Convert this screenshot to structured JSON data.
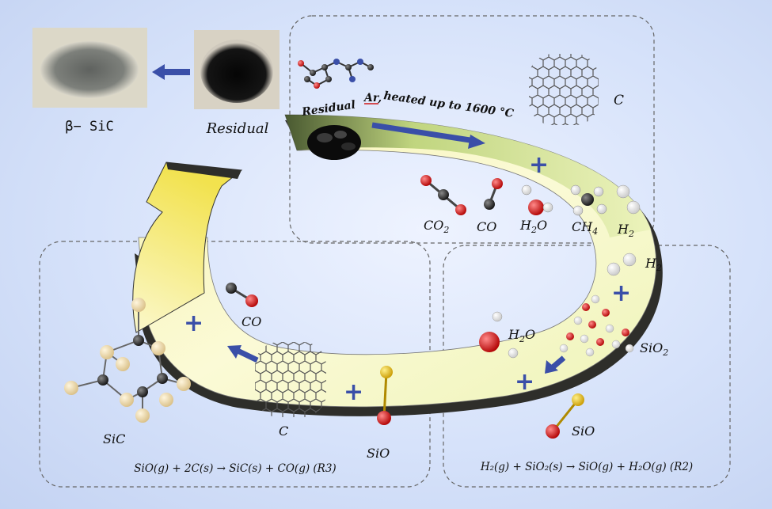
{
  "photos": {
    "left_label": "β− SiC",
    "right_label": "Residual"
  },
  "top_box": {
    "ring_label": "Residual",
    "gas_label": "Ar,",
    "temp_label": "heated up to 1600 °C",
    "products": {
      "c": "C",
      "co2_base": "CO",
      "co2_sub": "2",
      "co": "CO",
      "h2o_base": "H",
      "h2o_sub": "2",
      "h2o_tail": "O",
      "ch4_base": "CH",
      "ch4_sub": "4",
      "h2_base": "H",
      "h2_sub": "2"
    }
  },
  "right_box": {
    "h2_base": "H",
    "h2_sub": "2",
    "h2o_base": "H",
    "h2o_sub": "2",
    "h2o_tail": "O",
    "sio2_base": "SiO",
    "sio2_sub": "2",
    "sio": "SiO",
    "equation": "H₂(g) + SiO₂(s) → SiO(g) + H₂O(g) (R2)"
  },
  "left_box": {
    "co": "CO",
    "sic": "SiC",
    "c": "C",
    "sio": "SiO",
    "equation": "SiO(g) + 2C(s) → SiC(s) + CO(g)  (R3)"
  },
  "plus_symbol": "+",
  "colors": {
    "accent_blue": "#3a4fa8",
    "ring_yellow": "#f5ef9a",
    "ring_green": "#c9dd84",
    "oxygen_red": "#d01818",
    "silicon_yellow": "#e0b81a",
    "carbon_dark": "#222222",
    "sic_beige": "#f0dcaa"
  }
}
